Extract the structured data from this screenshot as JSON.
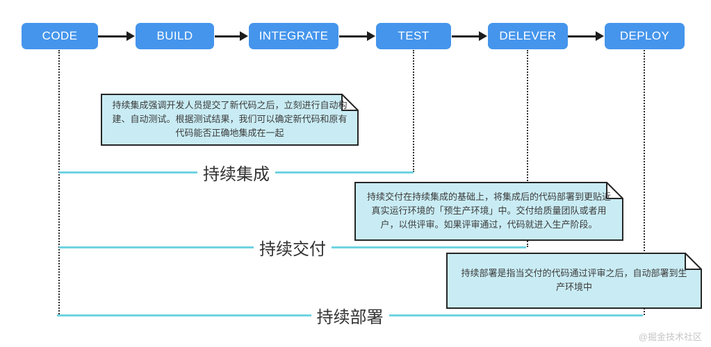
{
  "pipeline": {
    "stages": [
      "CODE",
      "BUILD",
      "INTEGRATE",
      "TEST",
      "DELEVER",
      "DEPLOY"
    ]
  },
  "lanes": [
    {
      "label": "持续集成"
    },
    {
      "label": "持续交付"
    },
    {
      "label": "持续部署"
    }
  ],
  "notes": [
    {
      "text": "持续集成强调开发人员提交了新代码之后，立刻进行自动构建、自动测试。根据测试结果，我们可以确定新代码和原有代码能否正确地集成在一起"
    },
    {
      "text": "持续交付在持续集成的基础上，将集成后的代码部署到更贴近真实运行环境的「预生产环境」中。交付给质量团队或者用户，以供评审。如果评审通过，代码就进入生产阶段。"
    },
    {
      "text": "持续部署是指当交付的代码通过评审之后，自动部署到生产环境中"
    }
  ],
  "watermark": "@掘金技术社区",
  "colors": {
    "stage_fill": "#4595ec",
    "stage_text": "#ffffff",
    "note_fill": "#c9ecf4",
    "note_border": "#262626",
    "lane_line": "#6fd3e1",
    "arrow": "#1c1c1c",
    "lane_label": "#333333",
    "watermark_text": "#c6c6c6"
  }
}
